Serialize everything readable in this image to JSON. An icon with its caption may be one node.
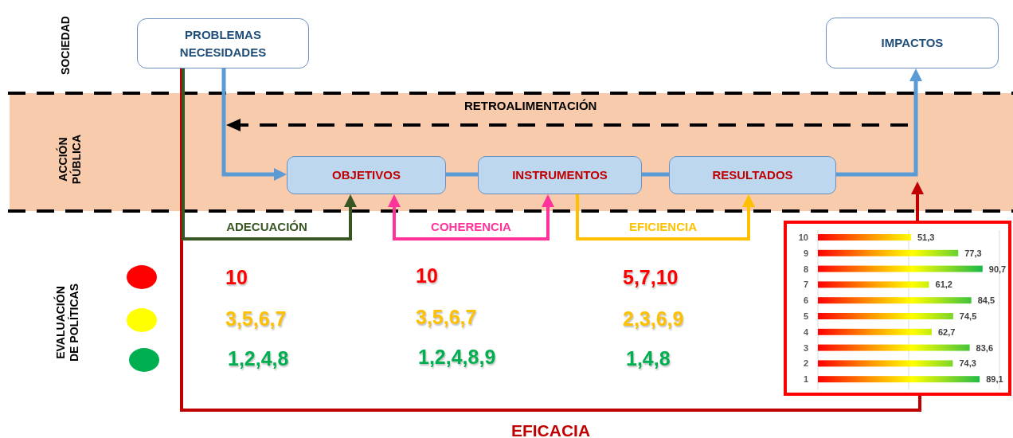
{
  "diagram": {
    "nodes": [
      {
        "text": [
          "PROBLEMAS NECESIDADES"
        ]
      },
      {
        "text": [
          "IMPACTOS"
        ]
      },
      {
        "text": [
          "OBJETIVOS"
        ]
      },
      {
        "text": [
          "INSTRUMENTOS"
        ]
      },
      {
        "text": [
          "RESULTADOS"
        ]
      },
      {
        "text": [],
        "shape": "box"
      }
    ],
    "edges": [
      {
        "from": 0,
        "to": 2,
        "arrow": "to"
      },
      {
        "from": 2,
        "to": 3,
        "arrow": "none"
      },
      {
        "from": 3,
        "to": 4,
        "arrow": "none"
      },
      {
        "from": 4,
        "to": 1,
        "arrow": "to"
      },
      {
        "from": 0,
        "to": 2,
        "arrow": "to",
        "label": "ADECUACIÓN",
        "color": "#375623"
      },
      {
        "from": 2,
        "to": 3,
        "arrow": "both",
        "label": "COHERENCIA",
        "color": "#ff3399"
      },
      {
        "from": 3,
        "to": 4,
        "arrow": "to",
        "label": "EFICIENCIA",
        "color": "#ffc000"
      },
      {
        "from": 0,
        "to": 5,
        "arrow": "none",
        "label": "EFICACIA",
        "color": "#c00000"
      },
      {
        "from": 5,
        "to": null,
        "arrow": "to",
        "color": "#c00000"
      }
    ],
    "labels": [
      "SOCIEDAD",
      "ACCIÓN PÚBLICA",
      "RETROALIMENTACIÓN",
      "EVALUACIÓN DE POLÍTICAS",
      "10",
      "10",
      "5,7,10",
      "3,5,6,7",
      "3,5,6,7",
      "2,3,6,9",
      "1,2,4,8",
      "1,2,4,8,9",
      "1,4,8"
    ],
    "chart_data": {
      "type": "bar",
      "orientation": "horizontal",
      "categories": [
        "10",
        "9",
        "8",
        "7",
        "6",
        "5",
        "4",
        "3",
        "2",
        "1"
      ],
      "values": [
        51.3,
        77.3,
        90.7,
        61.2,
        84.5,
        74.5,
        62.7,
        83.6,
        74.3,
        89.1
      ],
      "value_labels": [
        "51,3",
        "77,3",
        "90,7",
        "61,2",
        "84,5",
        "74,5",
        "62,7",
        "83,6",
        "74,3",
        "89,1"
      ]
    }
  }
}
